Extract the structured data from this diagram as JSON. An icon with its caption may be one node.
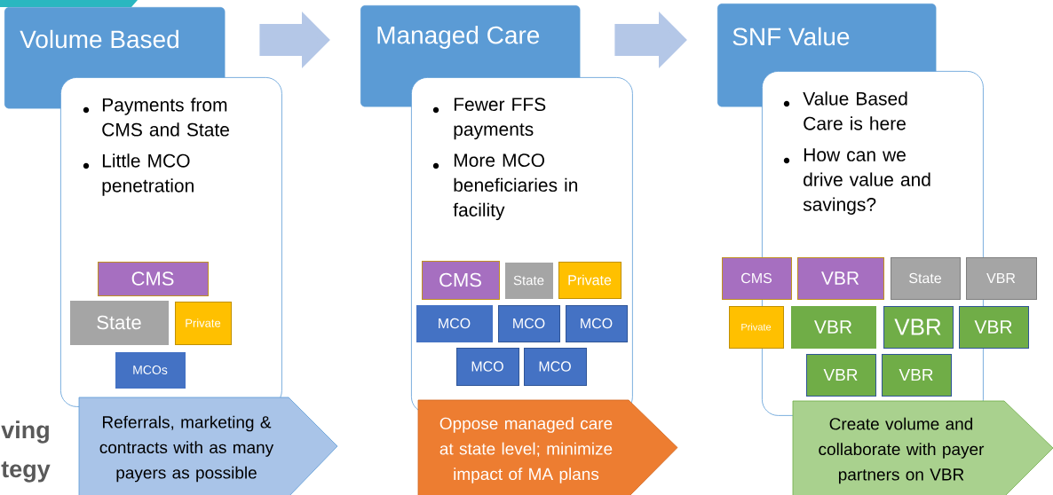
{
  "diagram": {
    "nodes": [
      {
        "text": [
          "Volume Based"
        ]
      },
      {
        "text": [
          "Payments from CMS and State",
          "Little MCO penetration"
        ]
      },
      {
        "text": [
          "CMS"
        ],
        "in": 1
      },
      {
        "text": [
          "State"
        ],
        "in": 1
      },
      {
        "text": [
          "Private"
        ],
        "in": 1
      },
      {
        "text": [
          "MCOs"
        ],
        "in": 1
      },
      {
        "text": [
          "Referrals, marketing & contracts with as many payers as possible"
        ]
      },
      {
        "text": [
          "Managed Care"
        ]
      },
      {
        "text": [
          "Fewer FFS payments",
          "More MCO beneficiaries in facility"
        ]
      },
      {
        "text": [
          "CMS"
        ],
        "in": 8
      },
      {
        "text": [
          "State"
        ],
        "in": 8
      },
      {
        "text": [
          "Private"
        ],
        "in": 8
      },
      {
        "text": [
          "MCO"
        ],
        "in": 8
      },
      {
        "text": [
          "MCO"
        ],
        "in": 8
      },
      {
        "text": [
          "MCO"
        ],
        "in": 8
      },
      {
        "text": [
          "MCO"
        ],
        "in": 8
      },
      {
        "text": [
          "MCO"
        ],
        "in": 8
      },
      {
        "text": [
          "Oppose managed care at state level; minimize impact of MA plans"
        ]
      },
      {
        "text": [
          "SNF Value"
        ]
      },
      {
        "text": [
          "Value Based Care is here",
          "How can we drive value and savings?"
        ]
      },
      {
        "text": [
          "CMS"
        ]
      },
      {
        "text": [
          "VBR"
        ],
        "in": 19
      },
      {
        "text": [
          "State"
        ],
        "in": 19
      },
      {
        "text": [
          "VBR"
        ]
      },
      {
        "text": [
          "Private"
        ]
      },
      {
        "text": [
          "VBR"
        ],
        "in": 19
      },
      {
        "text": [
          "VBR"
        ],
        "in": 19
      },
      {
        "text": [
          "VBR"
        ]
      },
      {
        "text": [
          "VBR"
        ],
        "in": 19
      },
      {
        "text": [
          "VBR"
        ],
        "in": 19
      },
      {
        "text": [
          "Create volume and collaborate with payer partners on VBR"
        ]
      }
    ],
    "edges": [
      {
        "from": 0,
        "to": 7,
        "arrow": "to"
      },
      {
        "from": 7,
        "to": 18,
        "arrow": "to"
      }
    ],
    "labels": [
      "ving",
      "tegy"
    ]
  }
}
